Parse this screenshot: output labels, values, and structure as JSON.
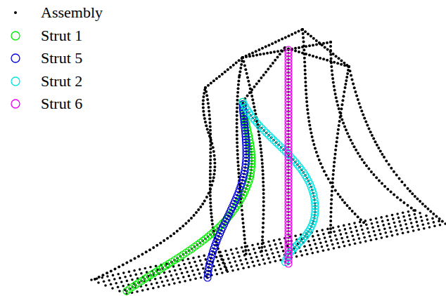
{
  "diagram": {
    "legend": [
      {
        "text": "Assembly"
      },
      {
        "text": "Strut 1"
      },
      {
        "text": "Strut 5"
      },
      {
        "text": "Strut 2"
      },
      {
        "text": "Strut 6"
      }
    ]
  }
}
